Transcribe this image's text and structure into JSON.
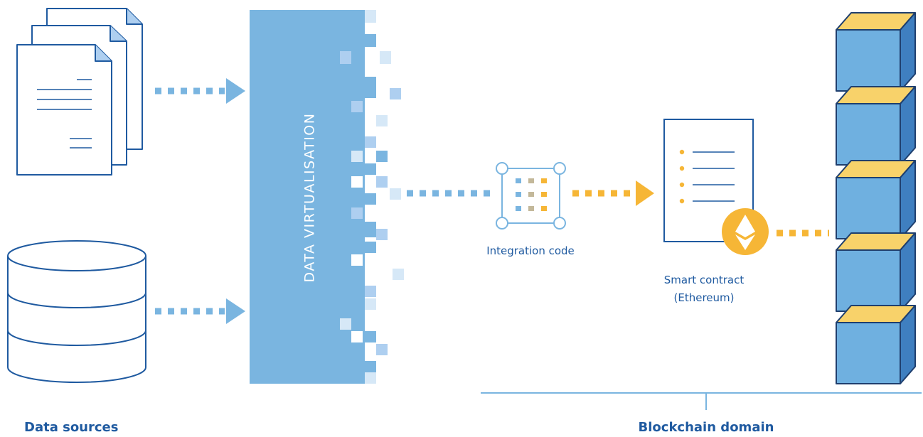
{
  "virtualisation": {
    "label": "DATA VIRTUALISATION"
  },
  "integration": {
    "label": "Integration code"
  },
  "contract": {
    "label_line1": "Smart contract",
    "label_line2": "(Ethereum)"
  },
  "sections": {
    "data_sources": "Data sources",
    "blockchain_domain": "Blockchain domain"
  },
  "icons": {
    "documents": "document-stack-icon",
    "database": "database-icon",
    "integration": "integration-code-icon",
    "contract": "smart-contract-icon",
    "ethereum": "ethereum-icon",
    "chain": "blockchain-blocks-icon"
  },
  "colors": {
    "outline": "#1f5aa0",
    "virtualisation": "#7ab5e0",
    "block_face": "#6fb0e0",
    "block_top": "#f8d26a",
    "accent": "#f6b636"
  }
}
